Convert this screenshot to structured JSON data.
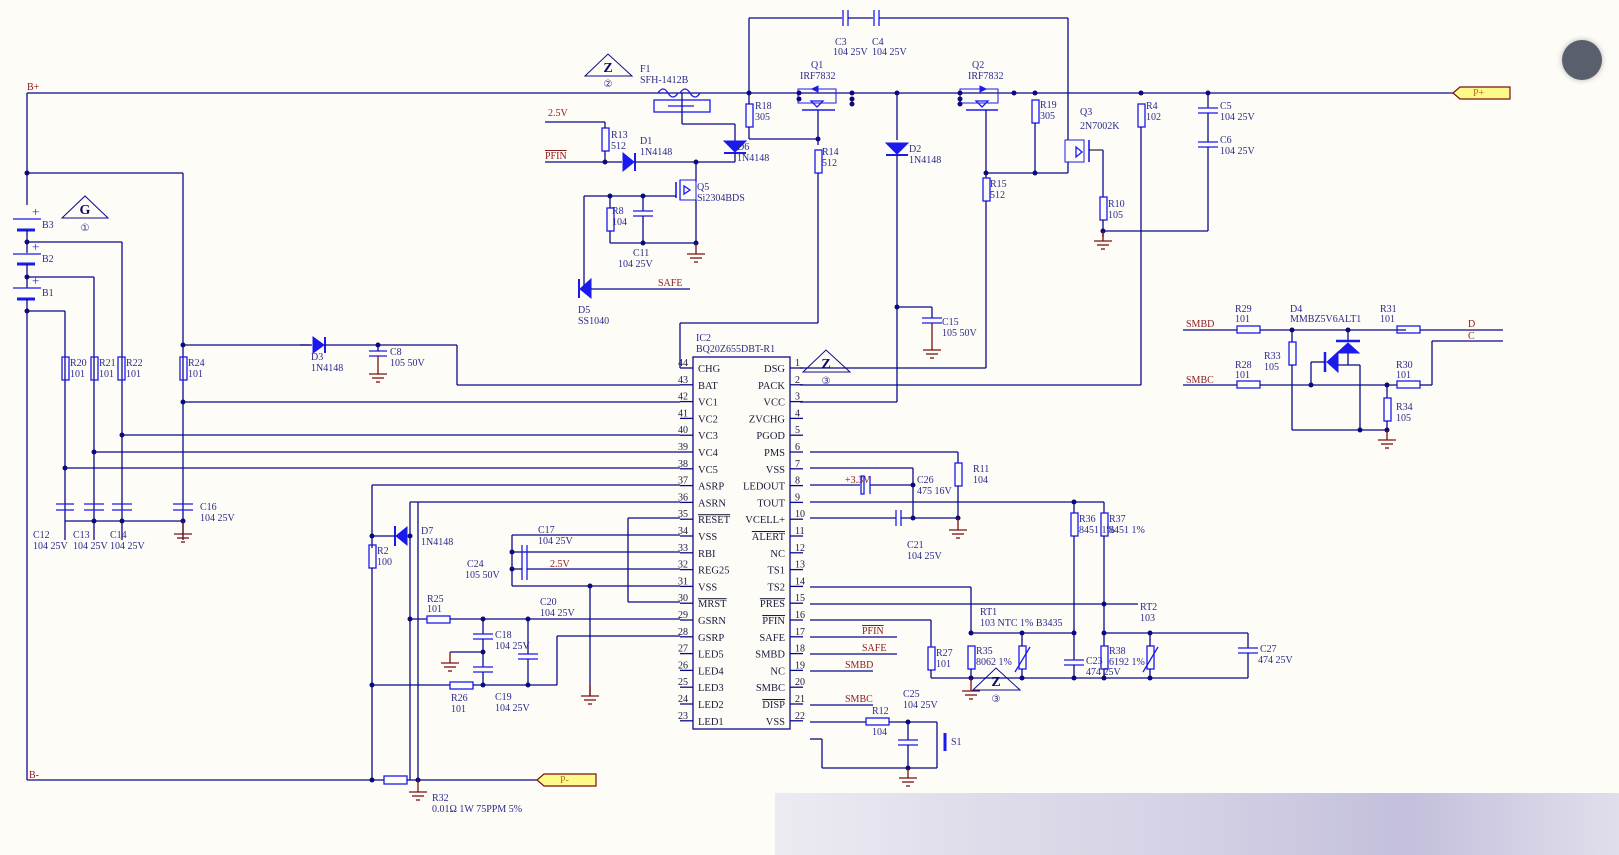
{
  "nets": {
    "b_plus": "B+",
    "b_minus": "B-",
    "p_plus": "P+",
    "p_minus": "P-",
    "v25_a": "2.5V",
    "v25_b": "2.5V",
    "pfin_a": "PFIN",
    "safe_a": "SAFE",
    "v33": "+3.3V",
    "pfin_b": "PFIN",
    "safe_b": "SAFE",
    "smbd_b": "SMBD",
    "smbc_b": "SMBC",
    "smbd_c": "SMBD",
    "smbc_c": "SMBC",
    "d_out": "D",
    "c_out": "C"
  },
  "markers": {
    "g1": {
      "letter": "G",
      "num": "①"
    },
    "z2": {
      "letter": "Z",
      "num": "②"
    },
    "z3a": {
      "letter": "Z",
      "num": "③"
    },
    "z3b": {
      "letter": "Z",
      "num": "③"
    }
  },
  "components": {
    "B1": {
      "ref": "B1"
    },
    "B2": {
      "ref": "B2"
    },
    "B3": {
      "ref": "B3"
    },
    "F1": {
      "ref": "F1",
      "val": "SFH-1412B"
    },
    "C3": {
      "ref": "C3",
      "val": "104 25V"
    },
    "C4": {
      "ref": "C4",
      "val": "104 25V"
    },
    "Q1": {
      "ref": "Q1",
      "val": "IRF7832"
    },
    "Q2": {
      "ref": "Q2",
      "val": "IRF7832"
    },
    "Q3": {
      "ref": "Q3",
      "val": "2N7002K"
    },
    "Q5": {
      "ref": "Q5",
      "val": "Si2304BDS"
    },
    "R18": {
      "ref": "R18",
      "val": "305"
    },
    "R19": {
      "ref": "R19",
      "val": "305"
    },
    "R13": {
      "ref": "R13",
      "val": "512"
    },
    "R14": {
      "ref": "R14",
      "val": "512"
    },
    "R15": {
      "ref": "R15",
      "val": "512"
    },
    "R4": {
      "ref": "R4",
      "val": "102"
    },
    "R10": {
      "ref": "R10",
      "val": "105"
    },
    "R8": {
      "ref": "R8",
      "val": "104"
    },
    "C5": {
      "ref": "C5",
      "val": "104 25V"
    },
    "C6": {
      "ref": "C6",
      "val": "104 25V"
    },
    "C11": {
      "ref": "C11",
      "val": "104 25V"
    },
    "D1": {
      "ref": "D1",
      "val": "1N4148"
    },
    "D2": {
      "ref": "D2",
      "val": "1N4148"
    },
    "D3": {
      "ref": "D3",
      "val": "1N4148"
    },
    "D5": {
      "ref": "D5",
      "val": "SS1040"
    },
    "D6": {
      "ref": "D6",
      "val": "1N4148"
    },
    "D7": {
      "ref": "D7",
      "val": "1N4148"
    },
    "D4": {
      "ref": "D4",
      "val": "MMBZ5V6ALT1"
    },
    "C8": {
      "ref": "C8",
      "val": "105 50V"
    },
    "C15": {
      "ref": "C15",
      "val": "105 50V"
    },
    "R20": {
      "ref": "R20",
      "val": "101"
    },
    "R21": {
      "ref": "R21",
      "val": "101"
    },
    "R22": {
      "ref": "R22",
      "val": "101"
    },
    "R24": {
      "ref": "R24",
      "val": "101"
    },
    "C12": {
      "ref": "C12",
      "val": "104 25V"
    },
    "C13": {
      "ref": "C13",
      "val": "104 25V"
    },
    "C14": {
      "ref": "C14",
      "val": "104 25V"
    },
    "C16": {
      "ref": "C16",
      "val": "104 25V"
    },
    "R2": {
      "ref": "R2",
      "val": "100"
    },
    "C17": {
      "ref": "C17",
      "val": "104 25V"
    },
    "C24": {
      "ref": "C24",
      "val": "105 50V"
    },
    "R25": {
      "ref": "R25",
      "val": "101"
    },
    "R26": {
      "ref": "R26",
      "val": "101"
    },
    "C18": {
      "ref": "C18",
      "val": "104 25V"
    },
    "C19": {
      "ref": "C19",
      "val": "104 25V"
    },
    "C20": {
      "ref": "C20",
      "val": "104 25V"
    },
    "R32": {
      "ref": "R32",
      "val": "0.01Ω  1W  75PPM 5%"
    },
    "R11": {
      "ref": "R11",
      "val": "104"
    },
    "C26": {
      "ref": "C26",
      "val": "475 16V"
    },
    "C21": {
      "ref": "C21",
      "val": "104 25V"
    },
    "R36": {
      "ref": "R36",
      "val": "8451 1%"
    },
    "R37": {
      "ref": "R37",
      "val": "8451 1%"
    },
    "RT1": {
      "ref": "RT1",
      "val": "103 NTC 1% B3435"
    },
    "RT2": {
      "ref": "RT2",
      "val": "103"
    },
    "R27": {
      "ref": "R27",
      "val": "101"
    },
    "R35": {
      "ref": "R35",
      "val": "8062 1%"
    },
    "R38": {
      "ref": "R38",
      "val": "6192 1%"
    },
    "C23": {
      "ref": "C23",
      "val": "474 25V"
    },
    "C27": {
      "ref": "C27",
      "val": "474 25V"
    },
    "C25": {
      "ref": "C25",
      "val": "104 25V"
    },
    "R12": {
      "ref": "R12",
      "val": "104"
    },
    "S1": {
      "ref": "S1"
    },
    "R29": {
      "ref": "R29",
      "val": "101"
    },
    "R28": {
      "ref": "R28",
      "val": "101"
    },
    "R31": {
      "ref": "R31",
      "val": "101"
    },
    "R30": {
      "ref": "R30",
      "val": "101"
    },
    "R33": {
      "ref": "R33",
      "val": "105"
    },
    "R34": {
      "ref": "R34",
      "val": "105"
    }
  },
  "ic": {
    "ref": "IC2",
    "part": "BQ20Z655DBT-R1",
    "left_pins": [
      {
        "num": "44",
        "name": "CHG"
      },
      {
        "num": "43",
        "name": "BAT"
      },
      {
        "num": "42",
        "name": "VC1"
      },
      {
        "num": "41",
        "name": "VC2"
      },
      {
        "num": "40",
        "name": "VC3"
      },
      {
        "num": "39",
        "name": "VC4"
      },
      {
        "num": "38",
        "name": "VC5"
      },
      {
        "num": "37",
        "name": "ASRP"
      },
      {
        "num": "36",
        "name": "ASRN"
      },
      {
        "num": "35",
        "name": "RESET",
        "overbar": true
      },
      {
        "num": "34",
        "name": "VSS"
      },
      {
        "num": "33",
        "name": "RBI"
      },
      {
        "num": "32",
        "name": "REG25"
      },
      {
        "num": "31",
        "name": "VSS"
      },
      {
        "num": "30",
        "name": "MRST",
        "overbar": true
      },
      {
        "num": "29",
        "name": "GSRN"
      },
      {
        "num": "28",
        "name": "GSRP"
      },
      {
        "num": "27",
        "name": "LED5"
      },
      {
        "num": "26",
        "name": "LED4"
      },
      {
        "num": "25",
        "name": "LED3"
      },
      {
        "num": "24",
        "name": "LED2"
      },
      {
        "num": "23",
        "name": "LED1"
      }
    ],
    "right_pins": [
      {
        "num": "1",
        "name": "DSG"
      },
      {
        "num": "2",
        "name": "PACK"
      },
      {
        "num": "3",
        "name": "VCC"
      },
      {
        "num": "4",
        "name": "ZVCHG"
      },
      {
        "num": "5",
        "name": "PGOD"
      },
      {
        "num": "6",
        "name": "PMS"
      },
      {
        "num": "7",
        "name": "VSS"
      },
      {
        "num": "8",
        "name": "LEDOUT"
      },
      {
        "num": "9",
        "name": "TOUT"
      },
      {
        "num": "10",
        "name": "VCELL+"
      },
      {
        "num": "11",
        "name": "ALERT",
        "overbar": true
      },
      {
        "num": "12",
        "name": "NC"
      },
      {
        "num": "13",
        "name": "TS1"
      },
      {
        "num": "14",
        "name": "TS2"
      },
      {
        "num": "15",
        "name": "PRES",
        "overbar": true
      },
      {
        "num": "16",
        "name": "PFIN",
        "overbar": true
      },
      {
        "num": "17",
        "name": "SAFE"
      },
      {
        "num": "18",
        "name": "SMBD"
      },
      {
        "num": "19",
        "name": "NC"
      },
      {
        "num": "20",
        "name": "SMBC"
      },
      {
        "num": "21",
        "name": "DISP",
        "overbar": true
      },
      {
        "num": "22",
        "name": "VSS"
      }
    ]
  }
}
